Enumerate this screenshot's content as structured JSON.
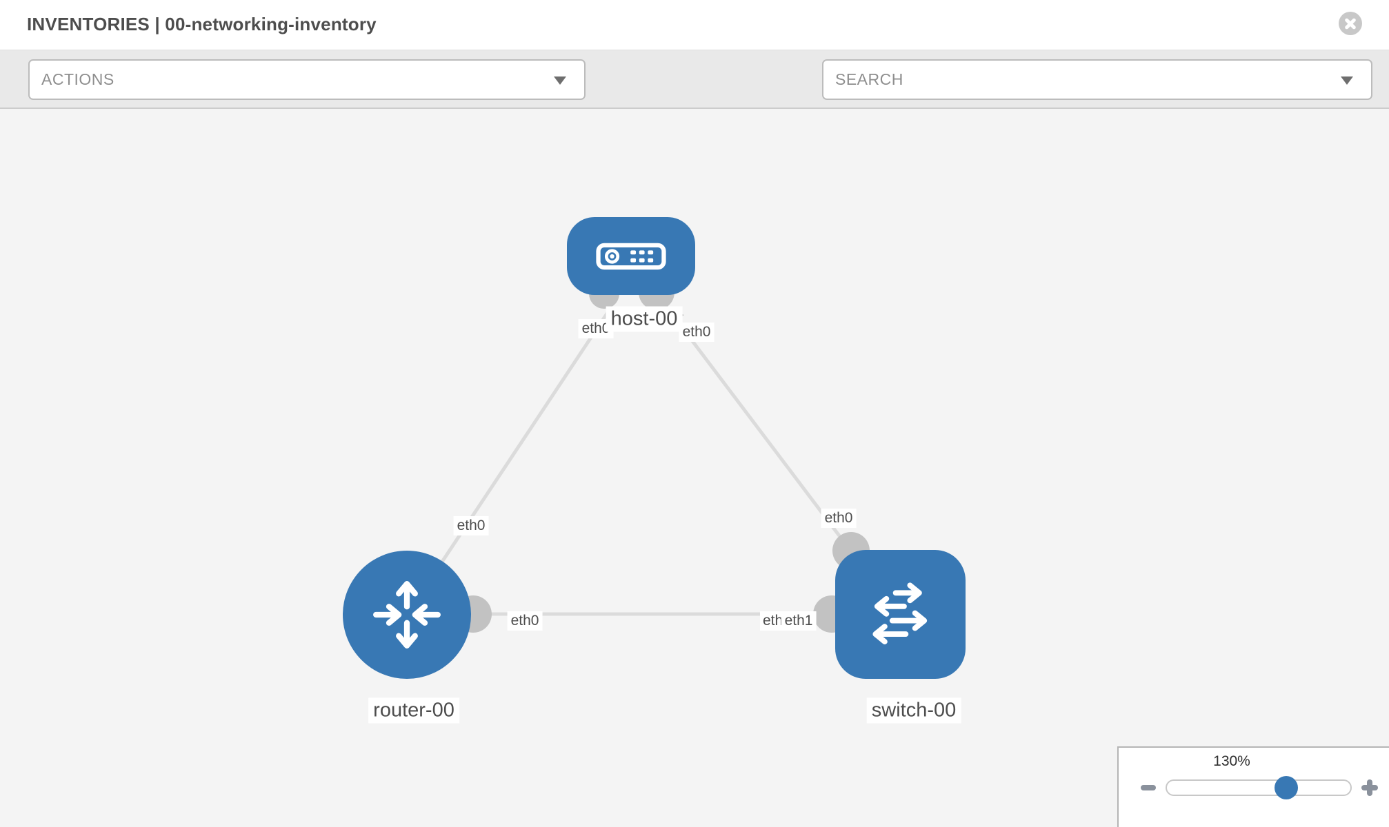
{
  "header": {
    "title": "INVENTORIES | 00-networking-inventory",
    "close_icon": "close-icon"
  },
  "toolbar": {
    "actions_label": "ACTIONS",
    "search_label": "SEARCH",
    "wrench_icon": "wrench-icon",
    "key_icon": "key-icon",
    "caret_icon": "chevron-down-icon"
  },
  "canvas": {
    "nodes": [
      {
        "id": "host-00",
        "type": "host",
        "label": "host-00"
      },
      {
        "id": "router-00",
        "type": "router",
        "label": "router-00"
      },
      {
        "id": "switch-00",
        "type": "switch",
        "label": "switch-00"
      }
    ],
    "links": [
      {
        "source": "router-00",
        "source_iface": "eth0",
        "target": "host-00",
        "target_iface": "eth0"
      },
      {
        "source": "host-00",
        "source_iface": "eth0",
        "target": "switch-00",
        "target_iface": "eth0"
      },
      {
        "source": "router-00",
        "source_iface": "eth0",
        "target": "switch-00",
        "target_iface": "eth1"
      }
    ],
    "iface_chips": [
      {
        "text": "eth0"
      },
      {
        "text": "eth0"
      },
      {
        "text": "eth0"
      },
      {
        "text": "eth0"
      },
      {
        "text": "eth0"
      },
      {
        "text": "eth0"
      },
      {
        "text": "eth1"
      }
    ]
  },
  "zoom_control": {
    "value": "130%",
    "minus_icon": "minus-icon",
    "plus_icon": "plus-icon"
  },
  "colors": {
    "node_blue": "#3878b4",
    "link_gray": "#dbdbdb",
    "connector_gray": "#c2c2c2",
    "toolbar_bg": "#e9e9e9",
    "canvas_bg": "#f4f4f4",
    "icon_gray": "#8a919c"
  }
}
